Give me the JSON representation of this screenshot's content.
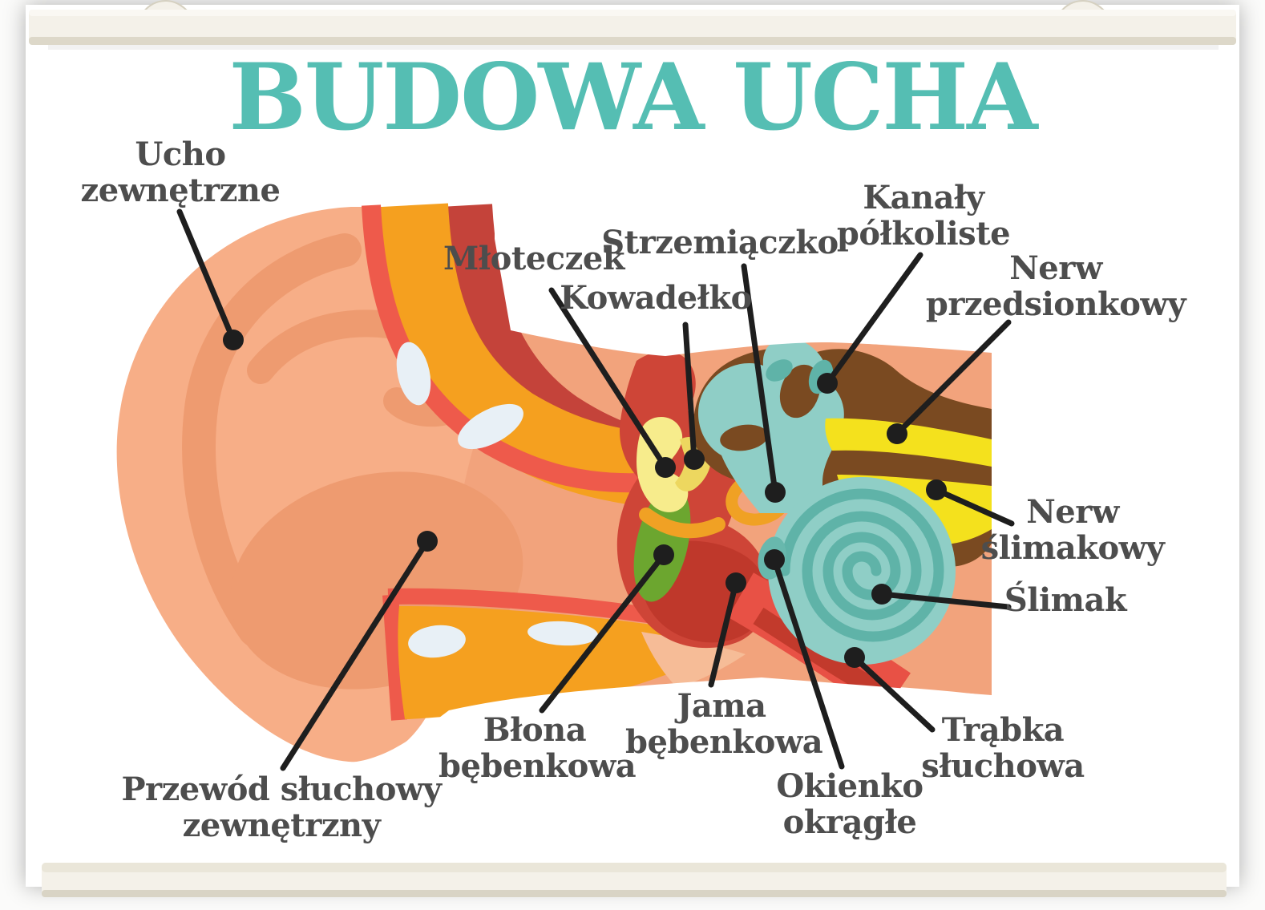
{
  "poster": {
    "title": "BUDOWA UCHA",
    "labels": {
      "ucho_zewnetrzne": {
        "line1": "Ucho",
        "line2": "zewnętrzne"
      },
      "przewod_sluchowy": {
        "line1": "Przewód słuchowy",
        "line2": "zewnętrzny"
      },
      "mloteczek": {
        "line1": "Młoteczek"
      },
      "kowadelko": {
        "line1": "Kowadełko"
      },
      "strzemiaczko": {
        "line1": "Strzemiączko"
      },
      "kanaly_polkoliste": {
        "line1": "Kanały",
        "line2": "półkoliste"
      },
      "nerw_przedsionkowy": {
        "line1": "Nerw",
        "line2": "przedsionkowy"
      },
      "nerw_slimakowy": {
        "line1": "Nerw",
        "line2": "ślimakowy"
      },
      "slimak": {
        "line1": "Ślimak"
      },
      "blona_bebenkowa": {
        "line1": "Błona",
        "line2": "bębenkowa"
      },
      "jama_bebenkowa": {
        "line1": "Jama",
        "line2": "bębenkowa"
      },
      "okienko_okragle": {
        "line1": "Okienko",
        "line2": "okrągłe"
      },
      "trabka_sluchowa": {
        "line1": "Trąbka",
        "line2": "słuchowa"
      }
    },
    "colors": {
      "title": "#55BEB3",
      "label_text": "#4D4D4D",
      "leader_line": "#1E1E1E",
      "skin": "#F7AE87",
      "skin_shade": "#EE9B70",
      "skin_mid": "#F2A37C",
      "skin_light_wedge": "#F6BC97",
      "bone_orange": "#F5A01F",
      "bone_red": "#EE5A4B",
      "bone_dark_red": "#C4433A",
      "bone_marrow": "#E8F0F6",
      "cavity_red": "#CE4537",
      "cavity_dark_red": "#BF382B",
      "membrane_green": "#6CA62F",
      "malleus_yellow": "#F7EC8C",
      "incus_yellow": "#EDD75F",
      "stapes_orange": "#F0A124",
      "inner_bone_brown": "#7A4A21",
      "nerve_yellow": "#F4E11D",
      "labyrinth_teal": "#8FCEC6",
      "labyrinth_teal_dark": "#5FB3A8",
      "rail": "#F4F1E9"
    }
  }
}
